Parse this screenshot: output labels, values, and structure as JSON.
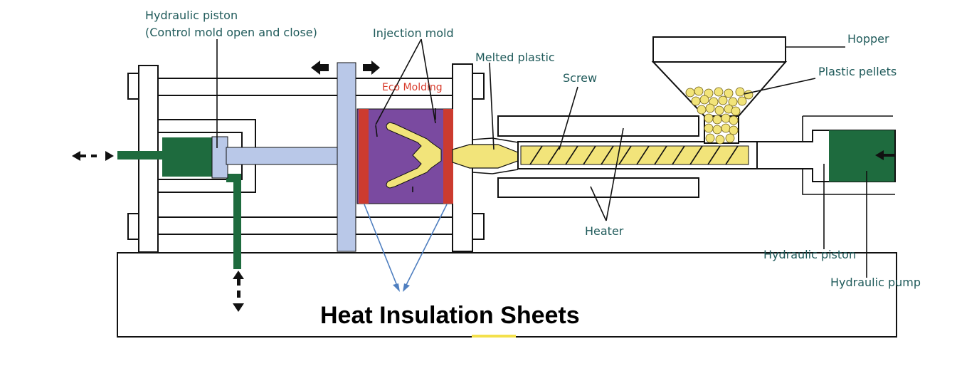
{
  "labels": {
    "hydraulic_piston_left_1": "Hydraulic piston",
    "hydraulic_piston_left_2": "(Control mold open and close)",
    "injection_mold": "Injection mold",
    "melted_plastic": "Melted plastic",
    "screw": "Screw",
    "hopper": "Hopper",
    "plastic_pellets": "Plastic pellets",
    "heater": "Heater",
    "hydraulic_piston_right": "Hydraulic piston",
    "hydraulic_pump": "Hydraulic pump",
    "eco_molding": "Eco Molding",
    "heat_insulation_sheets": "Heat Insulation Sheets"
  },
  "colors": {
    "hydraulic_green": "#1e6b3e",
    "piston_blue": "#b9c8e8",
    "mold_purple": "#7a4aa0",
    "insulation_red": "#cc3b2f",
    "plastic_yellow": "#f2e47a",
    "leader_blue": "#4f7fc0"
  }
}
